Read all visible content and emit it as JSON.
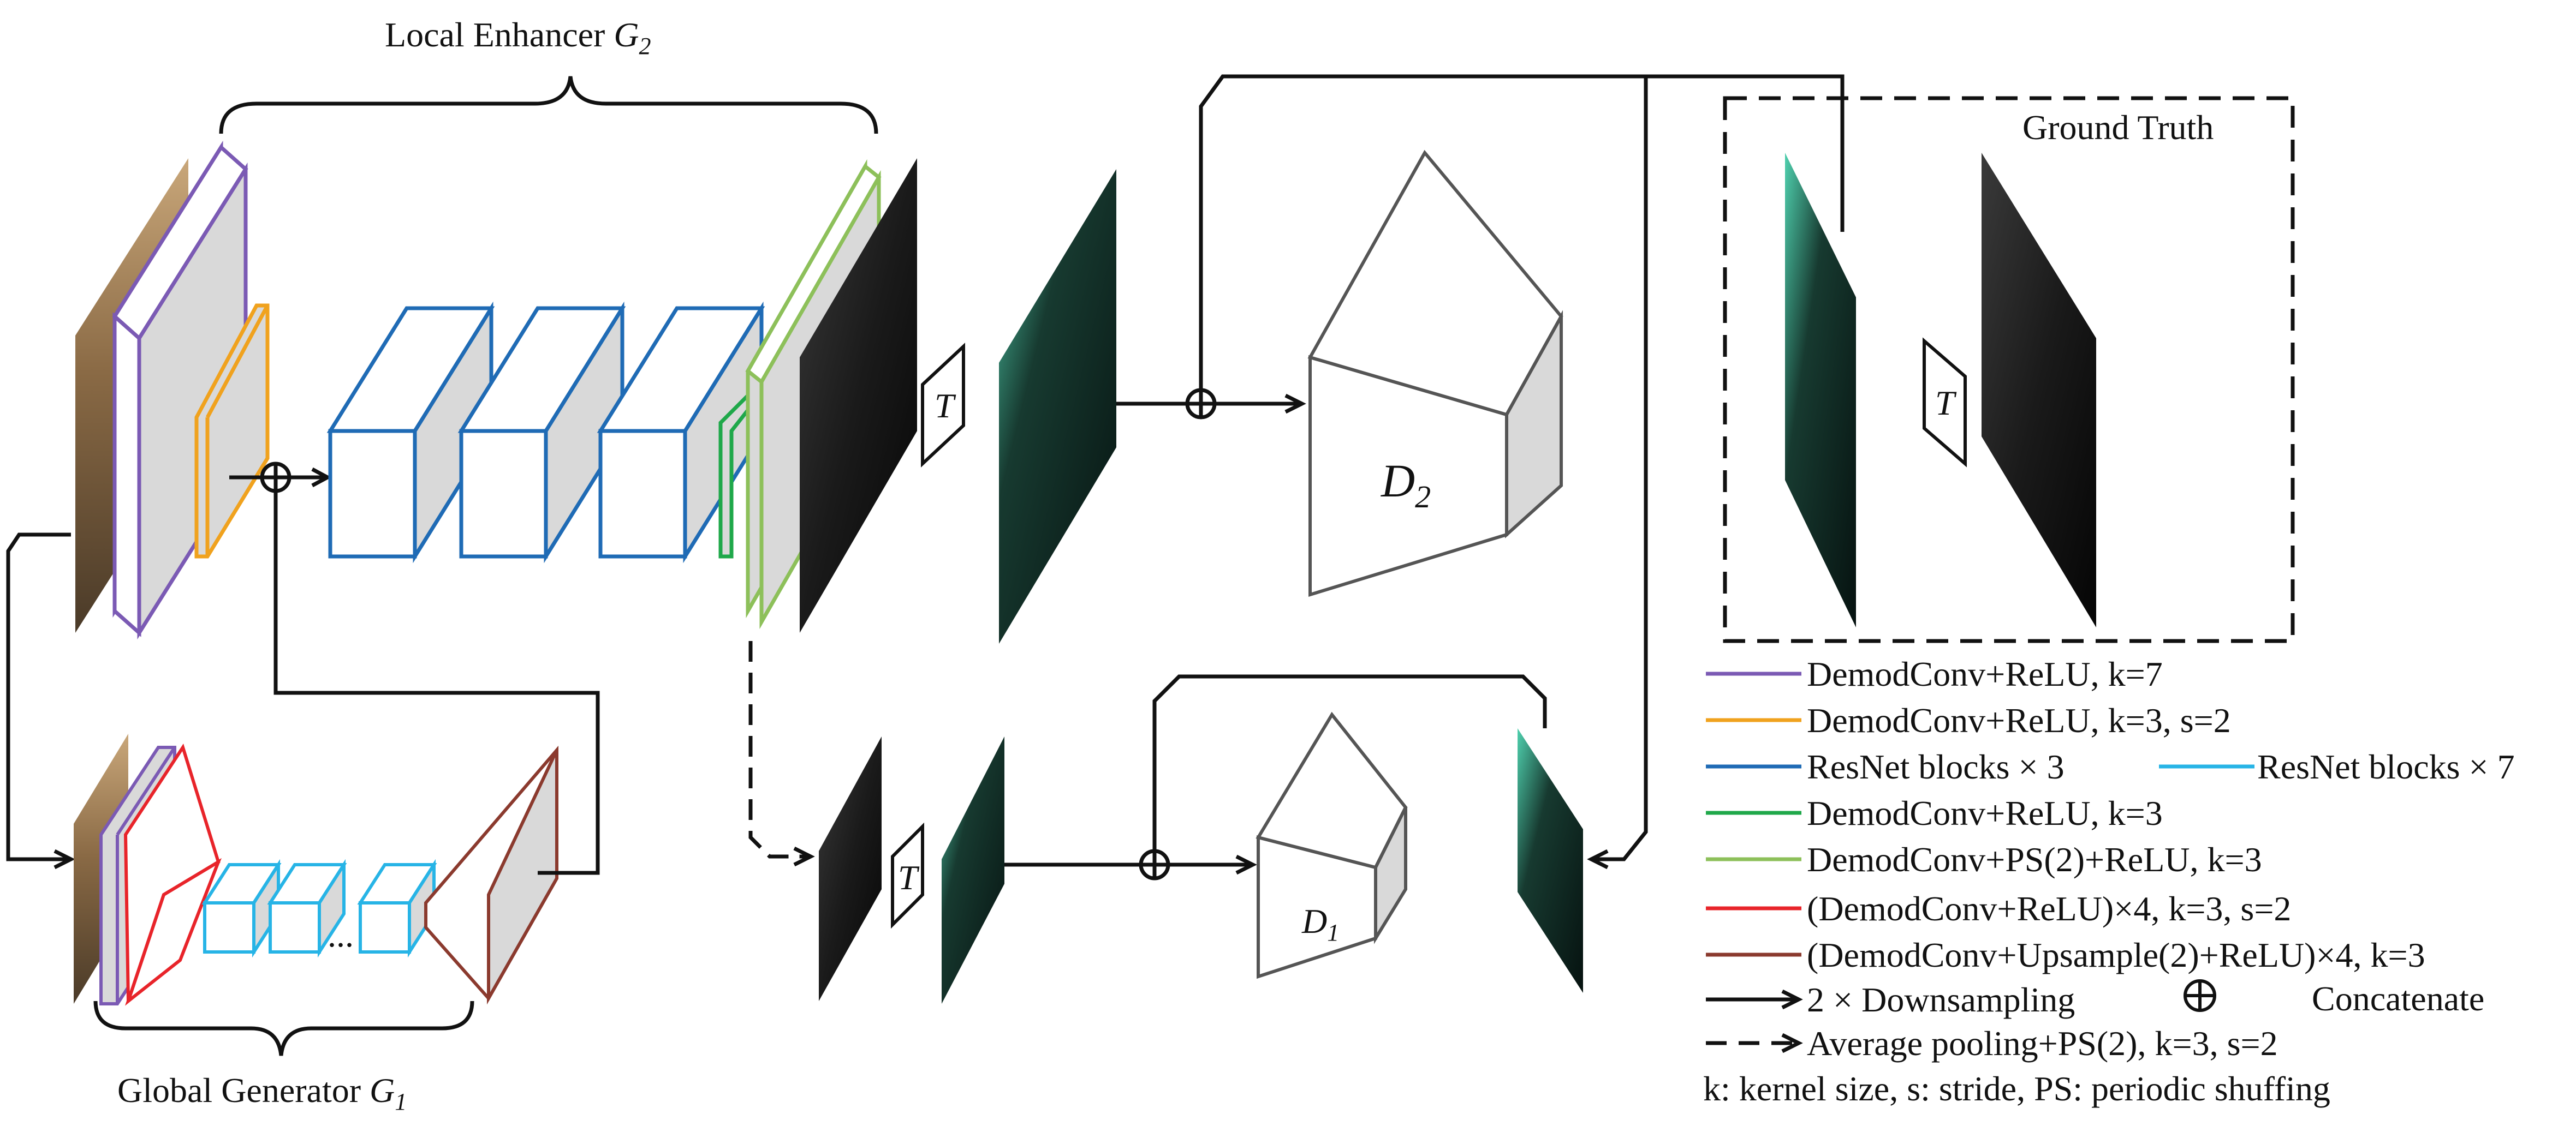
{
  "labels": {
    "local_enhancer": "Local Enhancer",
    "local_enhancer_symbol": "G",
    "local_enhancer_sub": "2",
    "global_generator": "Global Generator",
    "global_generator_symbol": "G",
    "global_generator_sub": "1",
    "ground_truth": "Ground Truth",
    "d2_symbol": "D",
    "d2_sub": "2",
    "d1_symbol": "D",
    "d1_sub": "1",
    "t": "T",
    "dots": "..."
  },
  "legend": {
    "purple": "DemodConv+ReLU, k=7",
    "orange": "DemodConv+ReLU, k=3, s=2",
    "darkblue": "ResNet blocks × 3",
    "lightblue": "ResNet blocks × 7",
    "green": "DemodConv+ReLU, k=3",
    "lightgreen": "DemodConv+PS(2)+ReLU, k=3",
    "red": "(DemodConv+ReLU)×4, k=3, s=2",
    "brown": "(DemodConv+Upsample(2)+ReLU)×4, k=3",
    "downsampling": "2 × Downsampling",
    "concatenate": "Concatenate",
    "avgpool": "Average pooling+PS(2), k=3, s=2",
    "footnote": "k: kernel size, s: stride, PS: periodic shuffing"
  },
  "colors": {
    "purple": "#7b5ab4",
    "orange": "#f0a21e",
    "darkblue": "#1f6bb5",
    "lightblue": "#27b4e6",
    "green": "#1fa84a",
    "lightgreen": "#8dc05a",
    "red": "#e8242a",
    "brown": "#8b3a2e",
    "gray_face": "#d9d9d9",
    "teal": "#3cb89a"
  }
}
